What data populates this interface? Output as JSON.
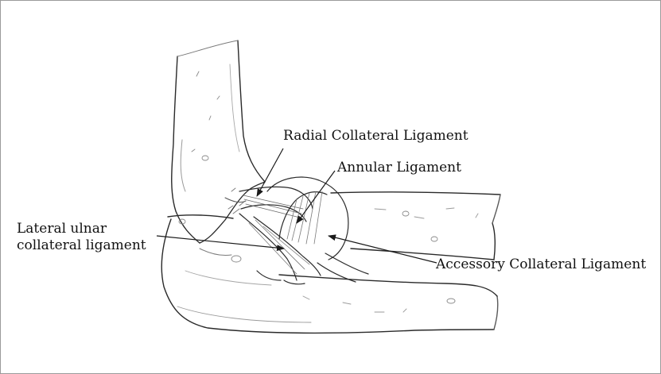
{
  "diagram": {
    "labels": {
      "radial_collateral": "Radial Collateral Ligament",
      "annular": "Annular Ligament",
      "lateral_ulnar_line1": "Lateral  ulnar",
      "lateral_ulnar_line2": "collateral ligament",
      "accessory_collateral": "Accessory Collateral Ligament"
    },
    "colors": {
      "pencil": "#2a2a2a",
      "shading": "#8a8a8a",
      "frame": "#9a9a9a"
    }
  }
}
